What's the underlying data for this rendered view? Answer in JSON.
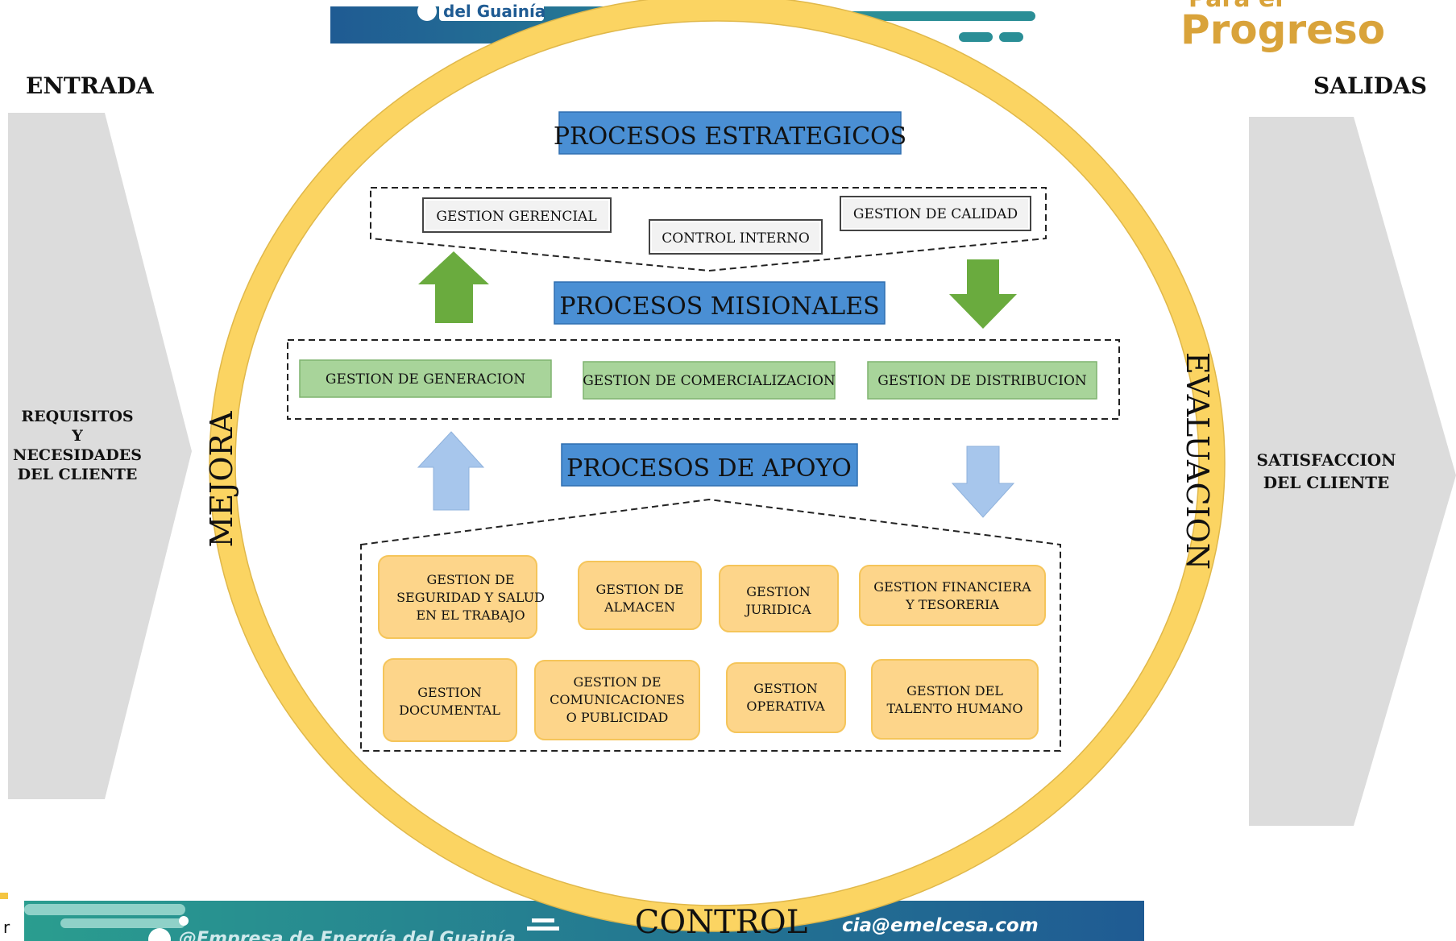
{
  "header": {
    "banner_text": "del Guainía",
    "logo_text_top": "Para el",
    "logo_text_main": "Progreso"
  },
  "labels": {
    "entrada": "ENTRADA",
    "salidas": "SALIDAS",
    "input_lines": [
      "REQUISITOS",
      "Y",
      "NECESIDADES",
      "DEL CLIENTE"
    ],
    "output_lines": [
      "SATISFACCION",
      "DEL CLIENTE"
    ],
    "ring_left": "MEJORA",
    "ring_right": "EVALUACION",
    "ring_bottom": "CONTROL"
  },
  "estrategicos": {
    "title": "PROCESOS ESTRATEGICOS",
    "items": [
      "GESTION GERENCIAL",
      "CONTROL INTERNO",
      "GESTION DE CALIDAD"
    ]
  },
  "misionales": {
    "title": "PROCESOS MISIONALES",
    "items": [
      "GESTION DE GENERACION",
      "GESTION DE COMERCIALIZACION",
      "GESTION DE DISTRIBUCION"
    ]
  },
  "apoyo": {
    "title": "PROCESOS DE APOYO",
    "items": [
      [
        "GESTION DE",
        "SEGURIDAD Y SALUD",
        "EN EL TRABAJO"
      ],
      [
        "GESTION DE",
        "ALMACEN"
      ],
      [
        "GESTION",
        "JURIDICA"
      ],
      [
        "GESTION FINANCIERA",
        "Y TESORERIA"
      ],
      [
        "GESTION",
        "DOCUMENTAL"
      ],
      [
        "GESTION DE",
        "COMUNICACIONES",
        "O PUBLICIDAD"
      ],
      [
        "GESTION",
        "OPERATIVA"
      ],
      [
        "GESTION DEL",
        "TALENTO HUMANO"
      ]
    ]
  },
  "footer": {
    "facebook_text": "@Empresa de Energía del Guainía",
    "email_text": "cia@emelcesa.com",
    "left_edge_text": "r"
  },
  "colors": {
    "ring": "#fbd462",
    "blue_box": "#4a8fd4",
    "green_box": "#a8d49a",
    "orange_box": "#fdd58a",
    "green_arrow": "#6aab3e",
    "light_blue_arrow": "#a7c6ec",
    "side_arrow": "#dcdcdc",
    "banner_blue": "#1f5b93",
    "banner_teal": "#2a8e96"
  }
}
